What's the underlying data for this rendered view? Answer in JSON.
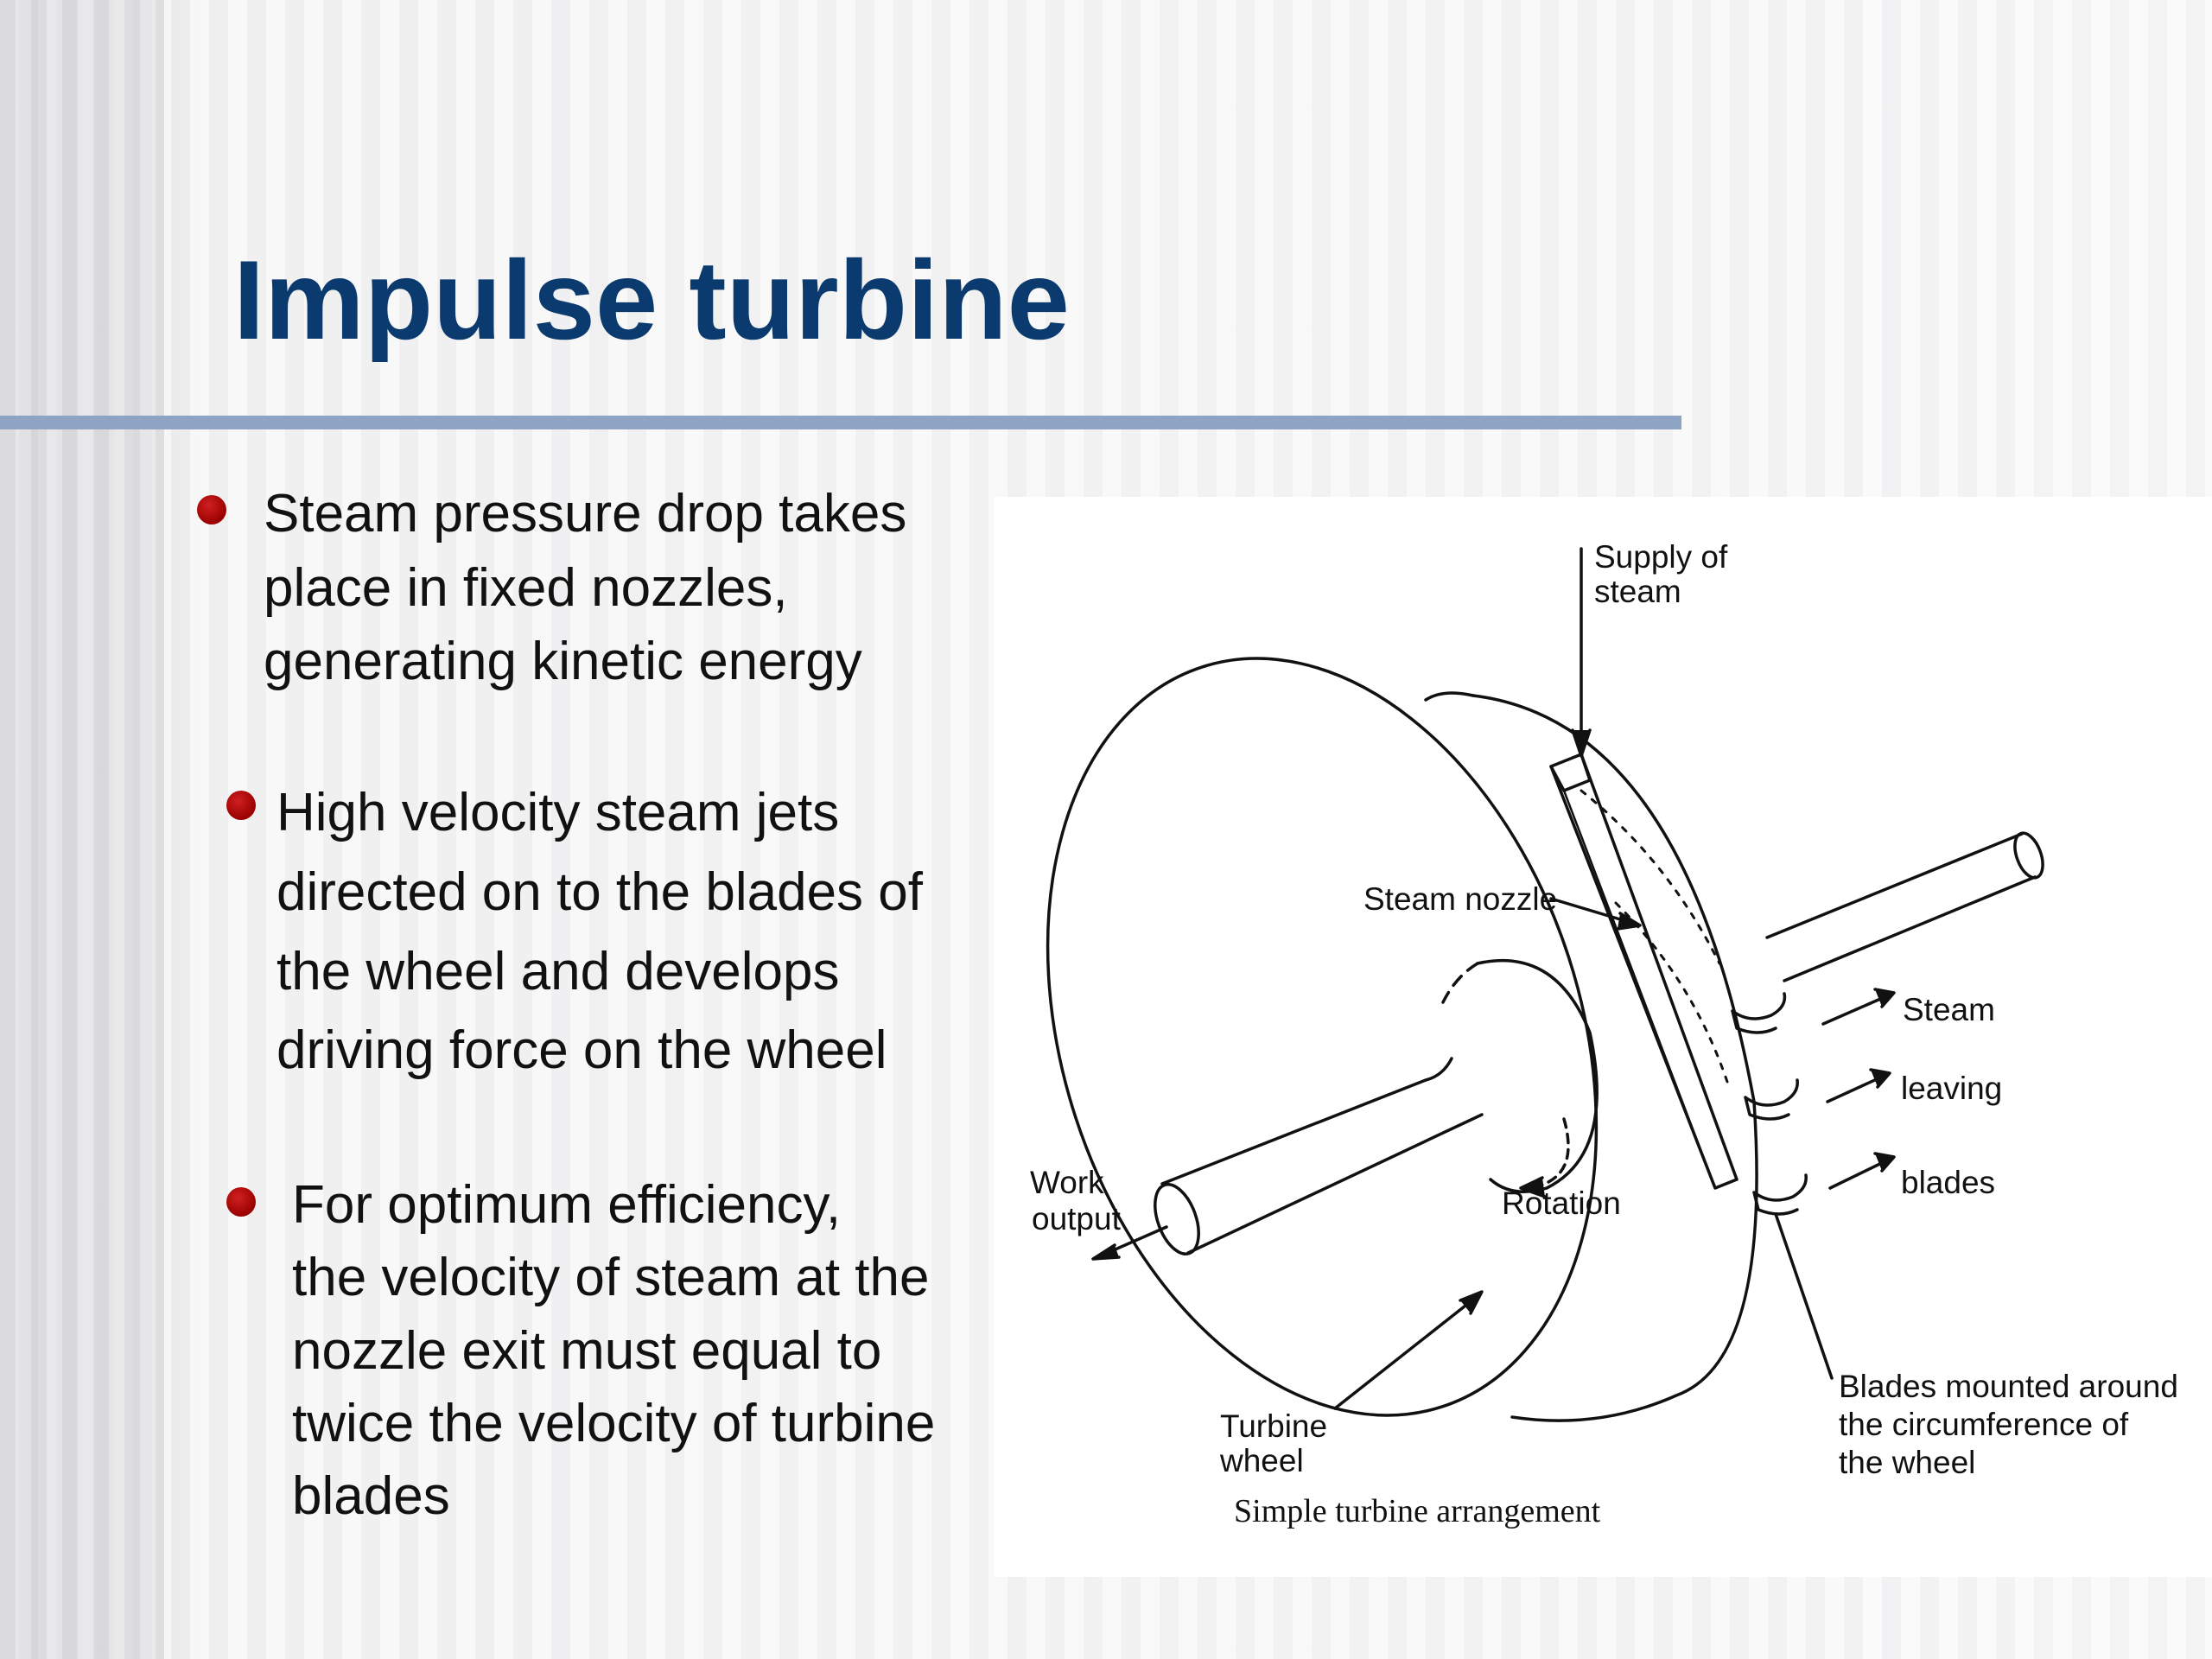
{
  "slide": {
    "title": "Impulse turbine",
    "bullets": [
      {
        "text": "Steam pressure drop takes\nplace in fixed nozzles,\ngenerating kinetic energy"
      },
      {
        "text": "High velocity steam jets\ndirected on to the blades of\nthe wheel and develops\ndriving force on the wheel"
      },
      {
        "text": "For optimum efficiency,\nthe velocity of steam at the\nnozzle exit must equal to\ntwice the velocity of turbine\nblades"
      }
    ]
  },
  "diagram": {
    "labels": {
      "supply_line1": "Supply of",
      "supply_line2": "steam",
      "steam_nozzle": "Steam nozzle",
      "steam": "Steam",
      "leaving": "leaving",
      "blades": "blades",
      "work_line1": "Work",
      "work_line2": "output",
      "rotation": "Rotation",
      "blades_mounted_line1": "Blades mounted around",
      "blades_mounted_line2": "the circumference of",
      "blades_mounted_line3": "the wheel",
      "turbine_line1": "Turbine",
      "turbine_line2": "wheel"
    },
    "caption": "Simple turbine arrangement"
  },
  "colors": {
    "title": "#0b3a6e",
    "rule": "#8ea4c4",
    "bullet": "#b00000"
  }
}
